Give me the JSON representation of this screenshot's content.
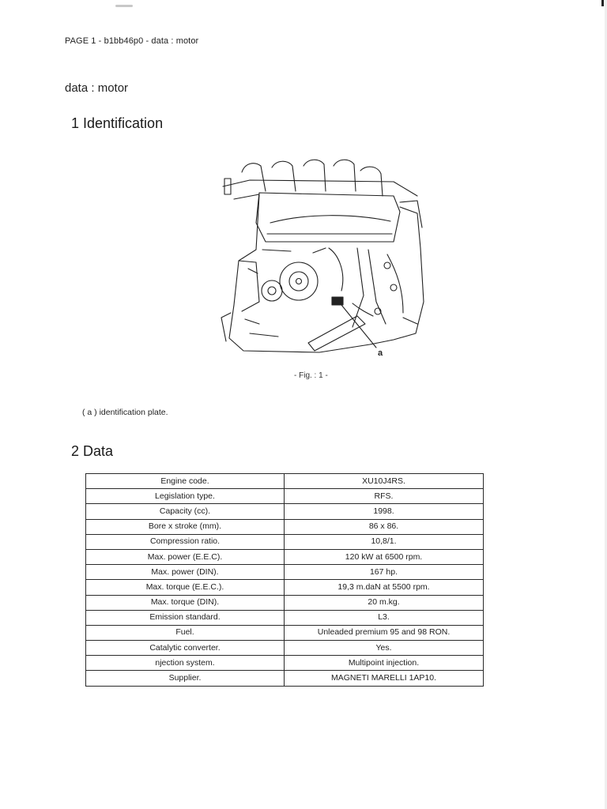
{
  "page_header": "PAGE 1 - b1bb46p0 - data : motor",
  "doc_title": "data : motor",
  "section1": {
    "heading": "1 Identification",
    "figure_caption": "- Fig. : 1 -",
    "callout_letter": "a",
    "callout_text": "( a ) identification plate."
  },
  "section2": {
    "heading": "2 Data",
    "rows": [
      {
        "label": "Engine code.",
        "value": "XU10J4RS."
      },
      {
        "label": "Legislation type.",
        "value": "RFS."
      },
      {
        "label": "Capacity (cc).",
        "value": "1998."
      },
      {
        "label": "Bore x stroke (mm).",
        "value": "86 x 86."
      },
      {
        "label": "Compression ratio.",
        "value": "10,8/1."
      },
      {
        "label": "Max. power (E.E.C).",
        "value": "120 kW at 6500 rpm."
      },
      {
        "label": "Max. power (DIN).",
        "value": "167 hp."
      },
      {
        "label": "Max. torque (E.E.C.).",
        "value": "19,3 m.daN at 5500 rpm."
      },
      {
        "label": "Max. torque (DIN).",
        "value": "20 m.kg."
      },
      {
        "label": "Emission standard.",
        "value": "L3."
      },
      {
        "label": "Fuel.",
        "value": "Unleaded premium 95 and 98 RON."
      },
      {
        "label": "Catalytic converter.",
        "value": "Yes."
      },
      {
        "label": "njection system.",
        "value": "Multipoint injection."
      },
      {
        "label": "Supplier.",
        "value": "MAGNETI MARELLI 1AP10."
      }
    ]
  }
}
